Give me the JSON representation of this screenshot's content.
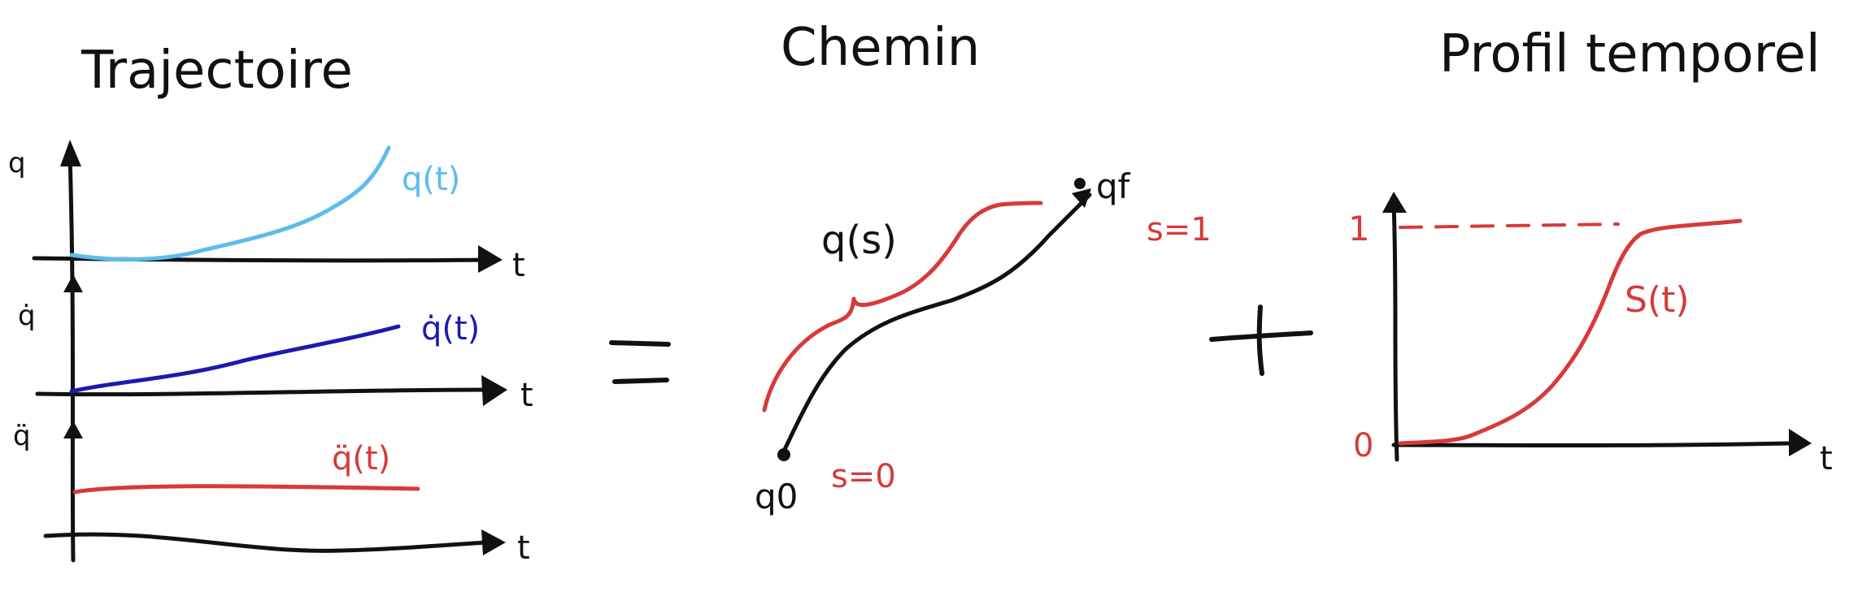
{
  "titles": {
    "trajectory": "Trajectoire",
    "path": "Chemin",
    "time_profile": "Profil temporel"
  },
  "trajectory_panel": {
    "q_axis": "q",
    "qdot_axis": "q̇",
    "qddot_axis": "q̈",
    "time_axis": "t",
    "q_curve": "q(t)",
    "qdot_curve": "q̇(t)",
    "qddot_curve": "q̈(t)"
  },
  "operators": {
    "equals": "=",
    "plus": "+"
  },
  "path_panel": {
    "curve_label": "q(s)",
    "start_point": "q0",
    "end_point": "qf",
    "start_param": "s=0",
    "end_param": "s=1"
  },
  "profile_panel": {
    "curve_label": "S(t)",
    "y_tick_top": "1",
    "y_tick_bottom": "0",
    "time_axis": "t"
  },
  "colors": {
    "ink": "#111111",
    "light_blue": "#5cbcea",
    "dark_blue": "#1a1ab0",
    "red": "#d63a3a"
  }
}
